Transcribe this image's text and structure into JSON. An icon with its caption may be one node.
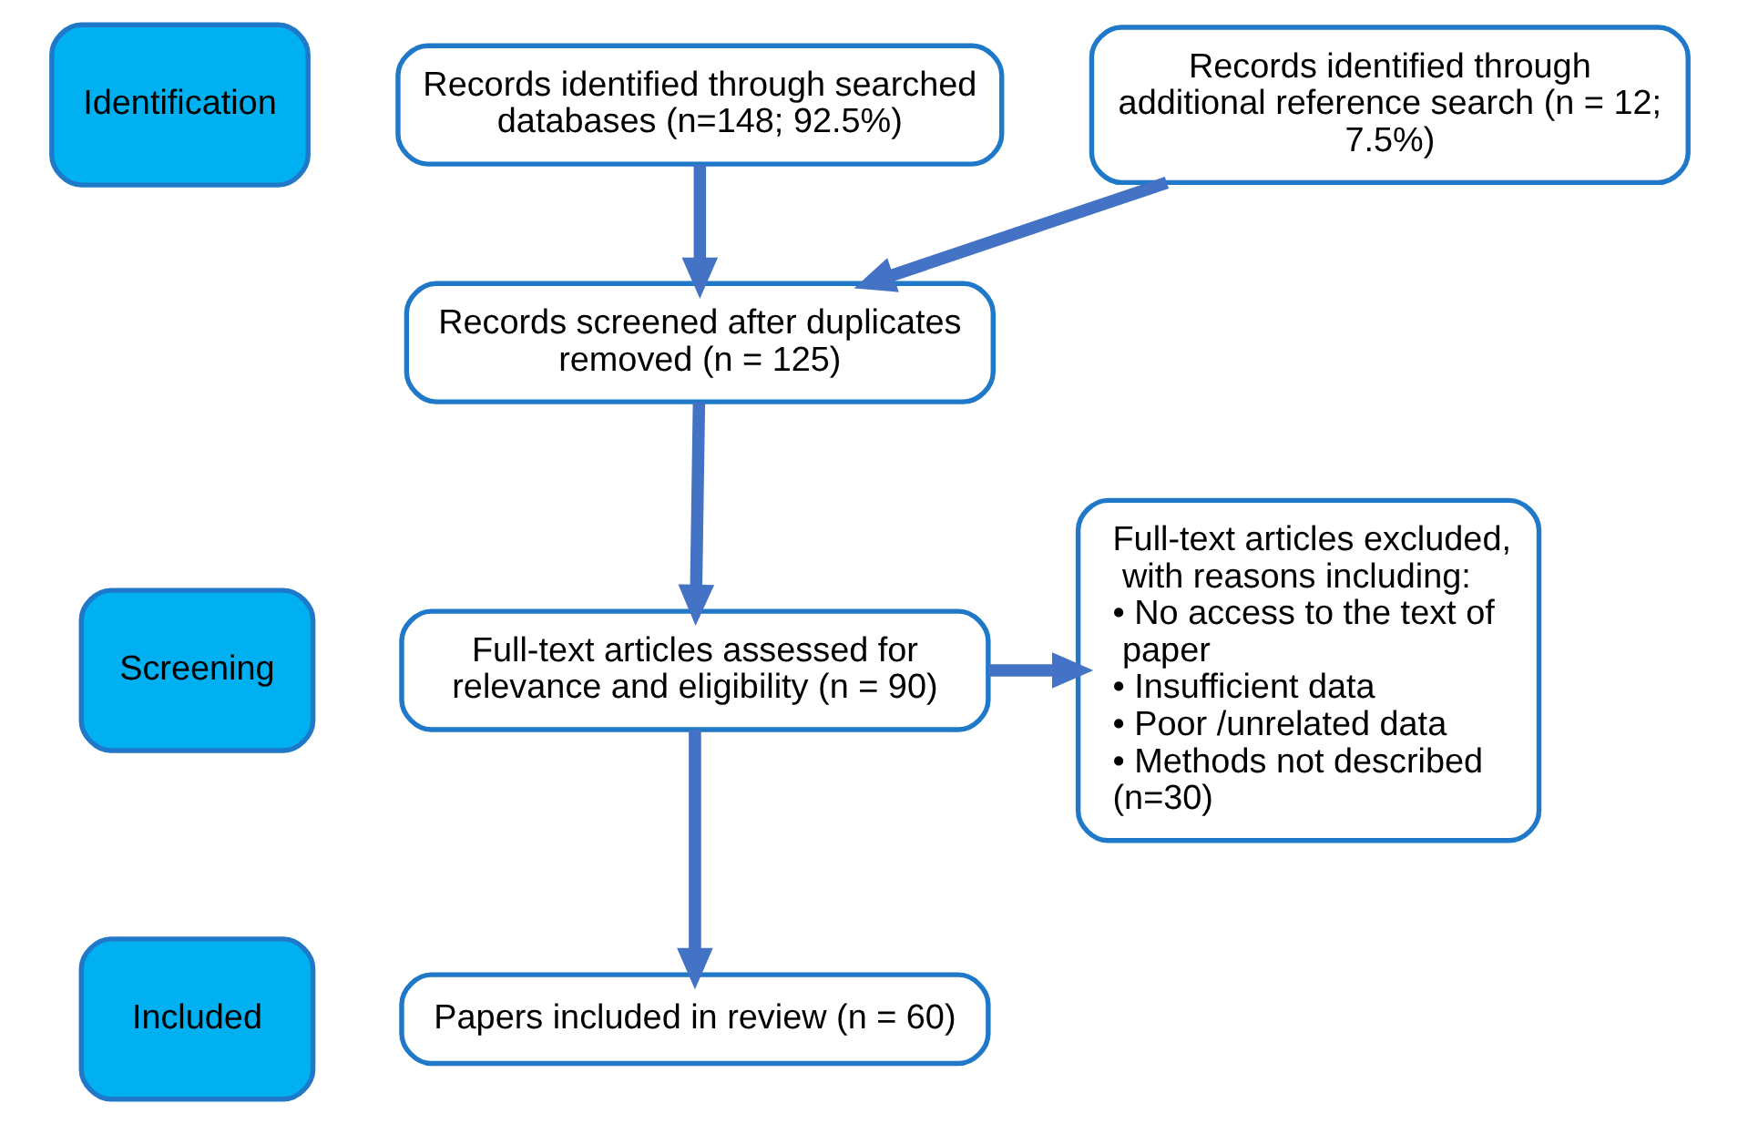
{
  "diagram": {
    "nodes": [
      {
        "text": [
          "Identification"
        ]
      },
      {
        "text": [
          "Screening"
        ]
      },
      {
        "text": [
          "Included"
        ]
      },
      {
        "text": [
          "Records identified through searched databases (n=148; 92.5%)"
        ]
      },
      {
        "text": [
          "Records identified through additional reference search (n = 12; 7.5%)"
        ]
      },
      {
        "text": [
          "Records screened after duplicates removed (n = 125)"
        ]
      },
      {
        "text": [
          "Full-text articles assessed for relevance and eligibility (n = 90)"
        ]
      },
      {
        "text": [
          "Full-text articles excluded, with reasons including:",
          "• No access to the text of paper",
          "• Insufficient data",
          "• Poor /unrelated data",
          "• Methods not described",
          "(n=30)"
        ]
      },
      {
        "text": [
          "Papers included in review (n = 60)"
        ]
      }
    ],
    "edges": [
      {
        "from": 3,
        "to": 5,
        "arrow": "to"
      },
      {
        "from": 4,
        "to": 5,
        "arrow": "to"
      },
      {
        "from": 5,
        "to": 6,
        "arrow": "to"
      },
      {
        "from": 6,
        "to": 7,
        "arrow": "to"
      },
      {
        "from": 6,
        "to": 8,
        "arrow": "to"
      }
    ]
  }
}
